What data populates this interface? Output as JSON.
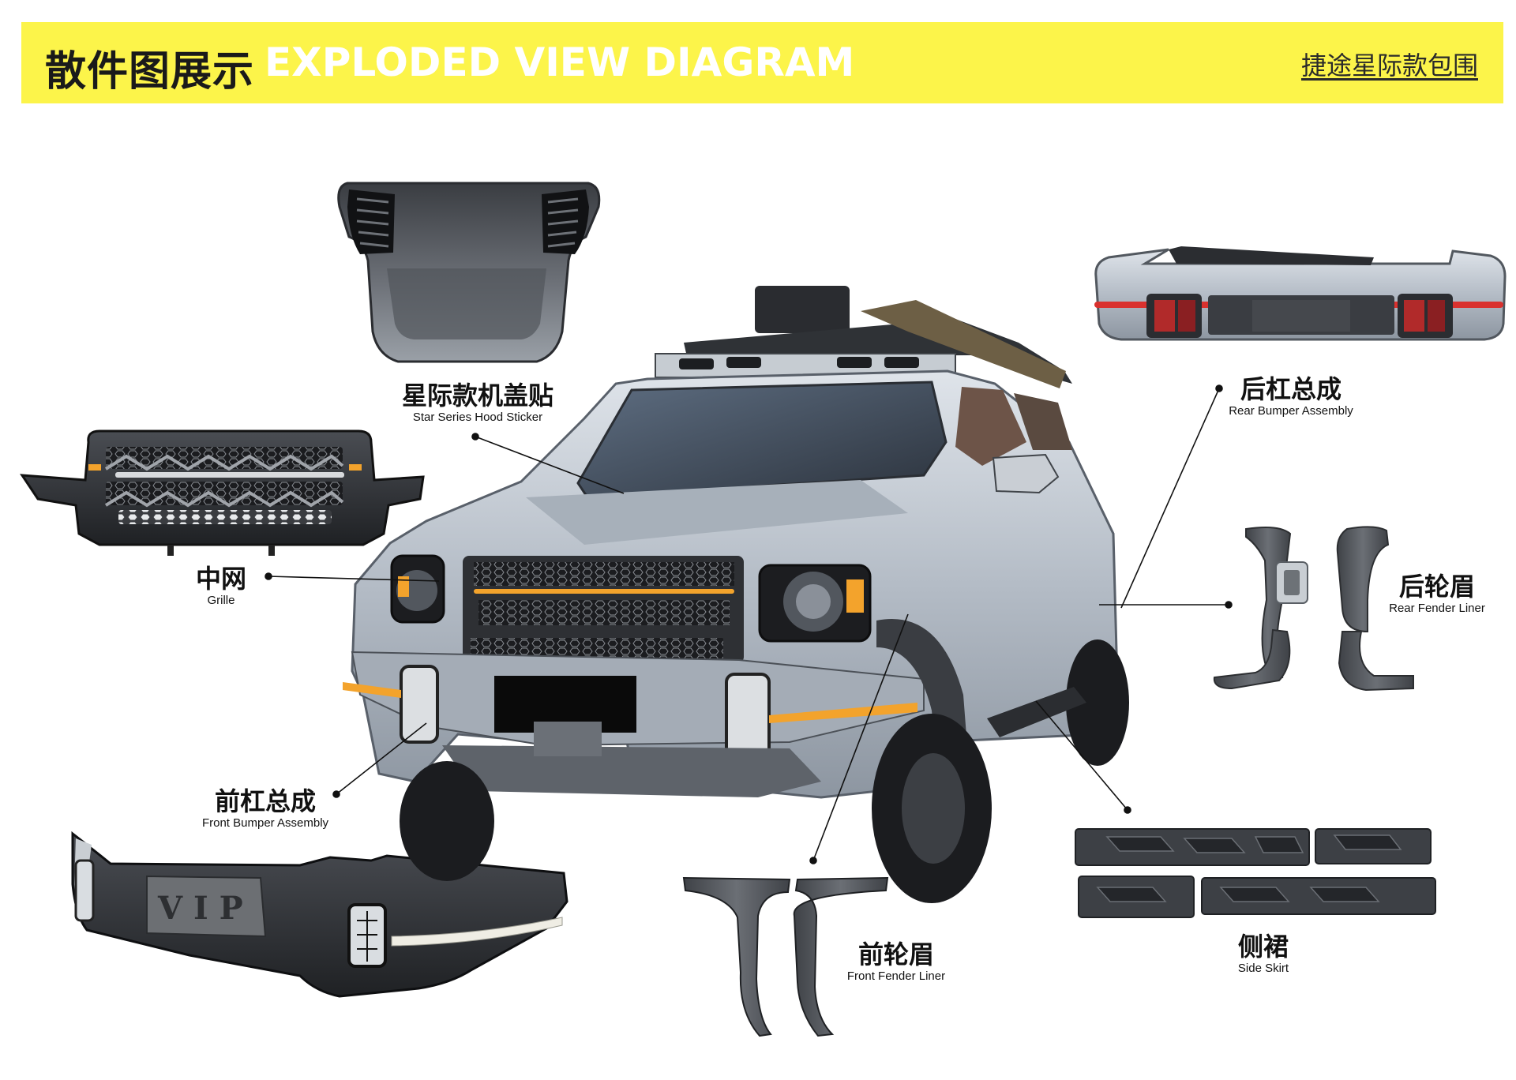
{
  "header": {
    "title_cn": "散件图展示",
    "title_en": "EXPLODED VIEW DIAGRAM",
    "model": "捷途星际款包围",
    "banner_color": "#fcf44a"
  },
  "parts": {
    "hood": {
      "cn": "星际款机盖贴",
      "en": "Star Series Hood Sticker"
    },
    "grille": {
      "cn": "中网",
      "en": "Grille"
    },
    "front_bumper": {
      "cn": "前杠总成",
      "en": "Front Bumper Assembly"
    },
    "front_fender": {
      "cn": "前轮眉",
      "en": "Front Fender Liner"
    },
    "rear_bumper": {
      "cn": "后杠总成",
      "en": "Rear Bumper Assembly"
    },
    "rear_fender": {
      "cn": "后轮眉",
      "en": "Rear Fender Liner"
    },
    "side_skirt": {
      "cn": "侧裙",
      "en": "Side Skirt"
    }
  },
  "images": {
    "vehicle_badge": "VIP"
  },
  "colors": {
    "amber_light": "#f3a32c",
    "red_light": "#d9312e",
    "body_silver": "#b9c0c8",
    "trim_black": "#2b2d31"
  }
}
